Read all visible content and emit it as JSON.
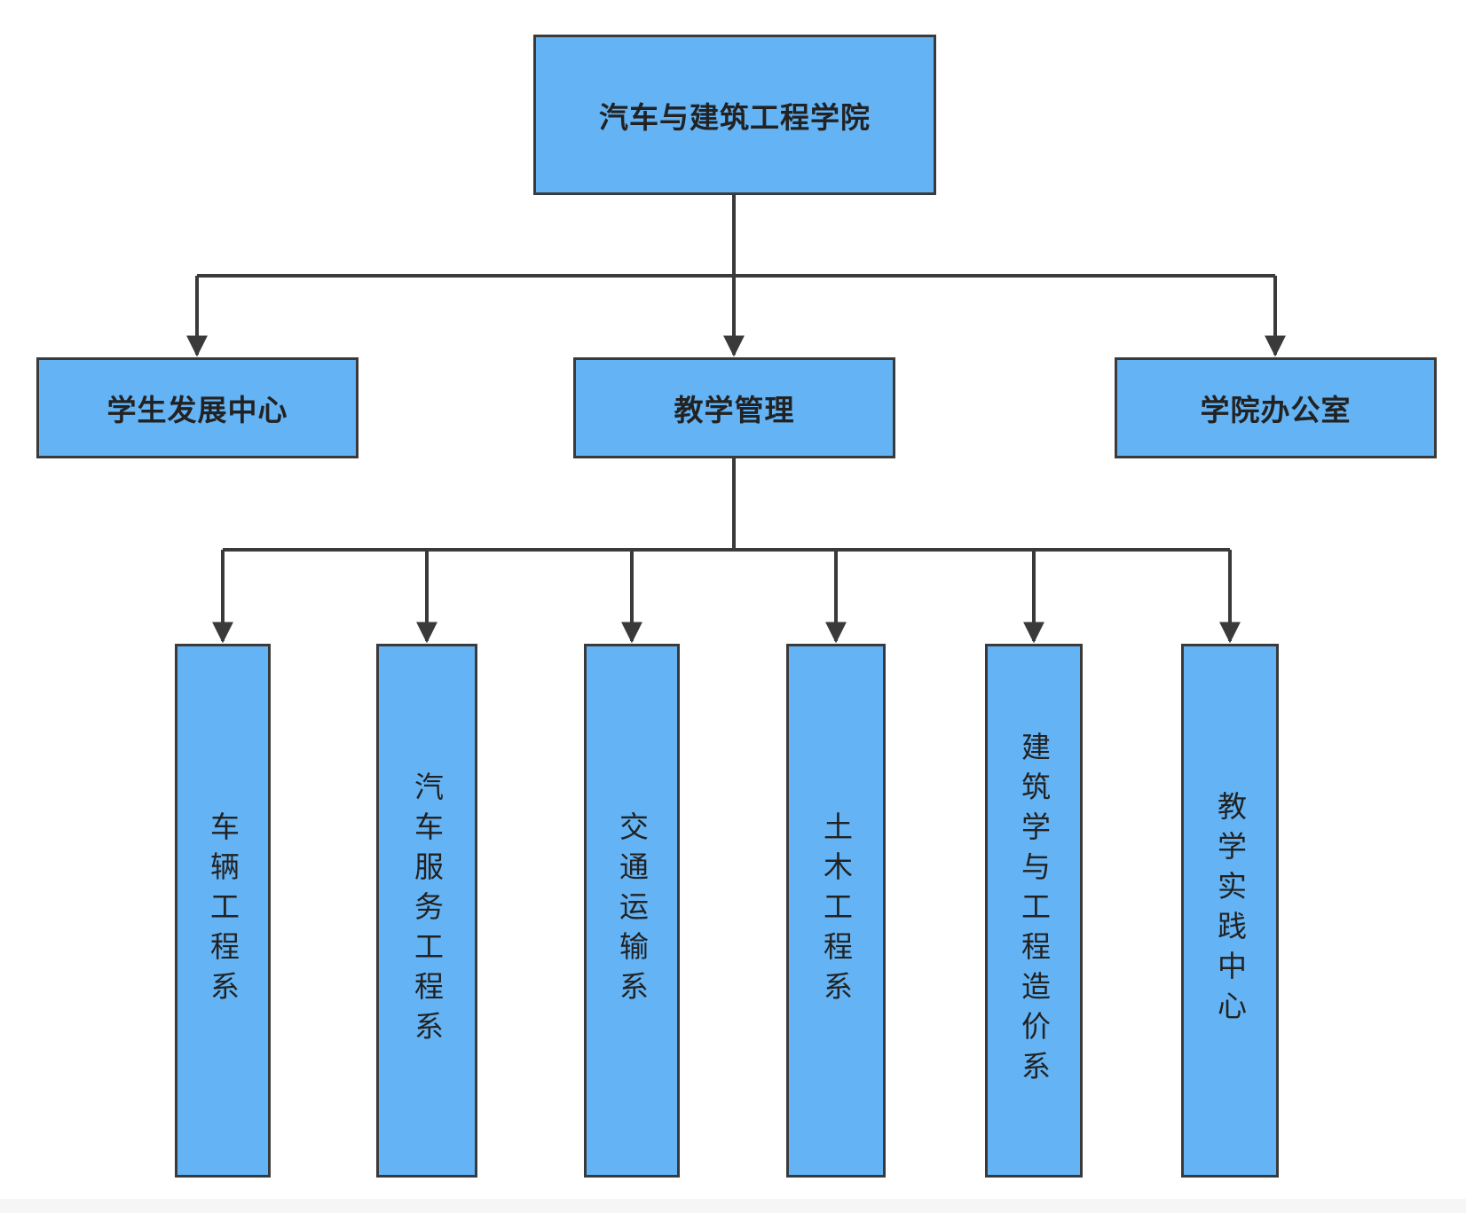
{
  "diagram": {
    "root": {
      "label": "汽车与建筑工程学院"
    },
    "level1": [
      {
        "key": "sdc",
        "label": "学生发展中心"
      },
      {
        "key": "tm",
        "label": "教学管理"
      },
      {
        "key": "off",
        "label": "学院办公室"
      }
    ],
    "level2": [
      {
        "key": "d1",
        "label": "车辆工程系"
      },
      {
        "key": "d2",
        "label": "汽车服务工程系"
      },
      {
        "key": "d3",
        "label": "交通运输系"
      },
      {
        "key": "d4",
        "label": "土木工程系"
      },
      {
        "key": "d5",
        "label": "建筑学与工程造价系"
      },
      {
        "key": "d6",
        "label": "教学实践中心"
      }
    ]
  },
  "colors": {
    "node_fill": "#64b3f4",
    "node_border": "#3a3a3a",
    "connector": "#3a3a3a"
  }
}
